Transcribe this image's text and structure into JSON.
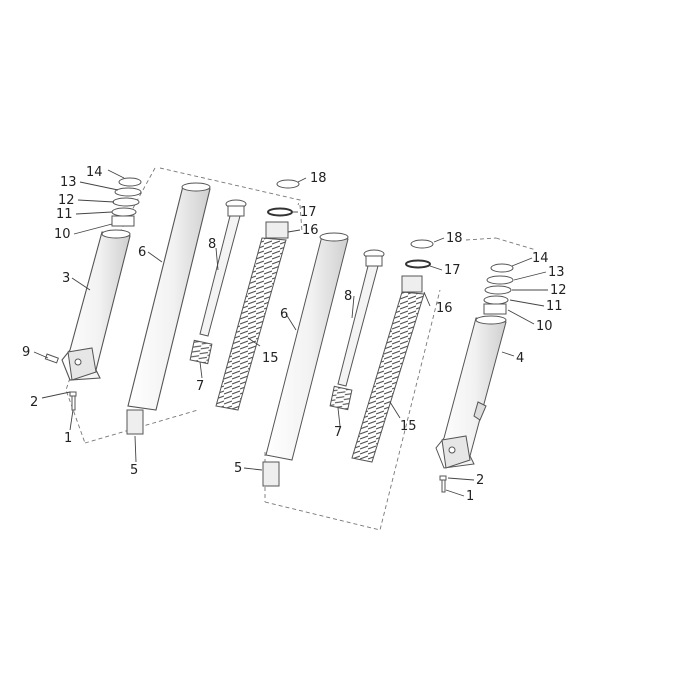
{
  "diagram": {
    "labels": {
      "n1a": "1",
      "n2a": "2",
      "n3": "3",
      "n5a": "5",
      "n6a": "6",
      "n7a": "7",
      "n8a": "8",
      "n9": "9",
      "n10a": "10",
      "n11a": "11",
      "n12a": "12",
      "n13a": "13",
      "n14a": "14",
      "n15a": "15",
      "n16a": "16",
      "n17a": "17",
      "n18a": "18",
      "n5b": "5",
      "n6b": "6",
      "n7b": "7",
      "n8b": "8",
      "n15b": "15",
      "n16b": "16",
      "n17b": "17",
      "n18b": "18",
      "n4": "4",
      "n1b": "1",
      "n2b": "2",
      "n10b": "10",
      "n11b": "11",
      "n12b": "12",
      "n13b": "13",
      "n14b": "14"
    }
  }
}
